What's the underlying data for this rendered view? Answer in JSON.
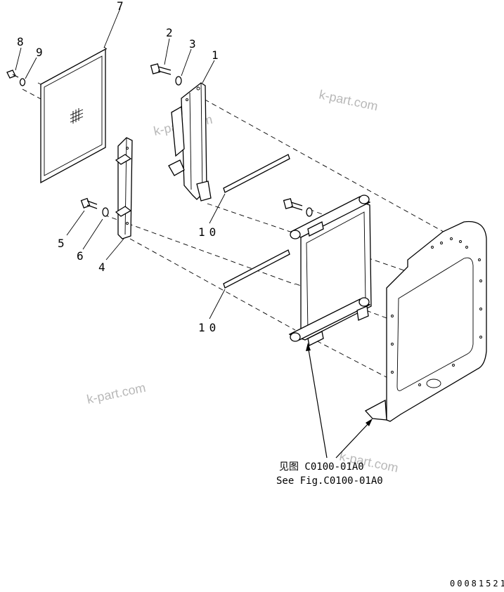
{
  "parts": [
    {
      "label": "1"
    },
    {
      "label": "2"
    },
    {
      "label": "3"
    },
    {
      "label": "4"
    },
    {
      "label": "5"
    },
    {
      "label": "6"
    },
    {
      "label": "7"
    },
    {
      "label": "8"
    },
    {
      "label": "9"
    },
    {
      "label": "10"
    },
    {
      "label": "10"
    }
  ],
  "reference": {
    "line_cn": "见图 C0100-01A0",
    "line_en": "See Fig.C0100-01A0"
  },
  "watermark": {
    "text": "k-part.com",
    "color": "#b8b8b8"
  },
  "drawing_code": "00081521"
}
